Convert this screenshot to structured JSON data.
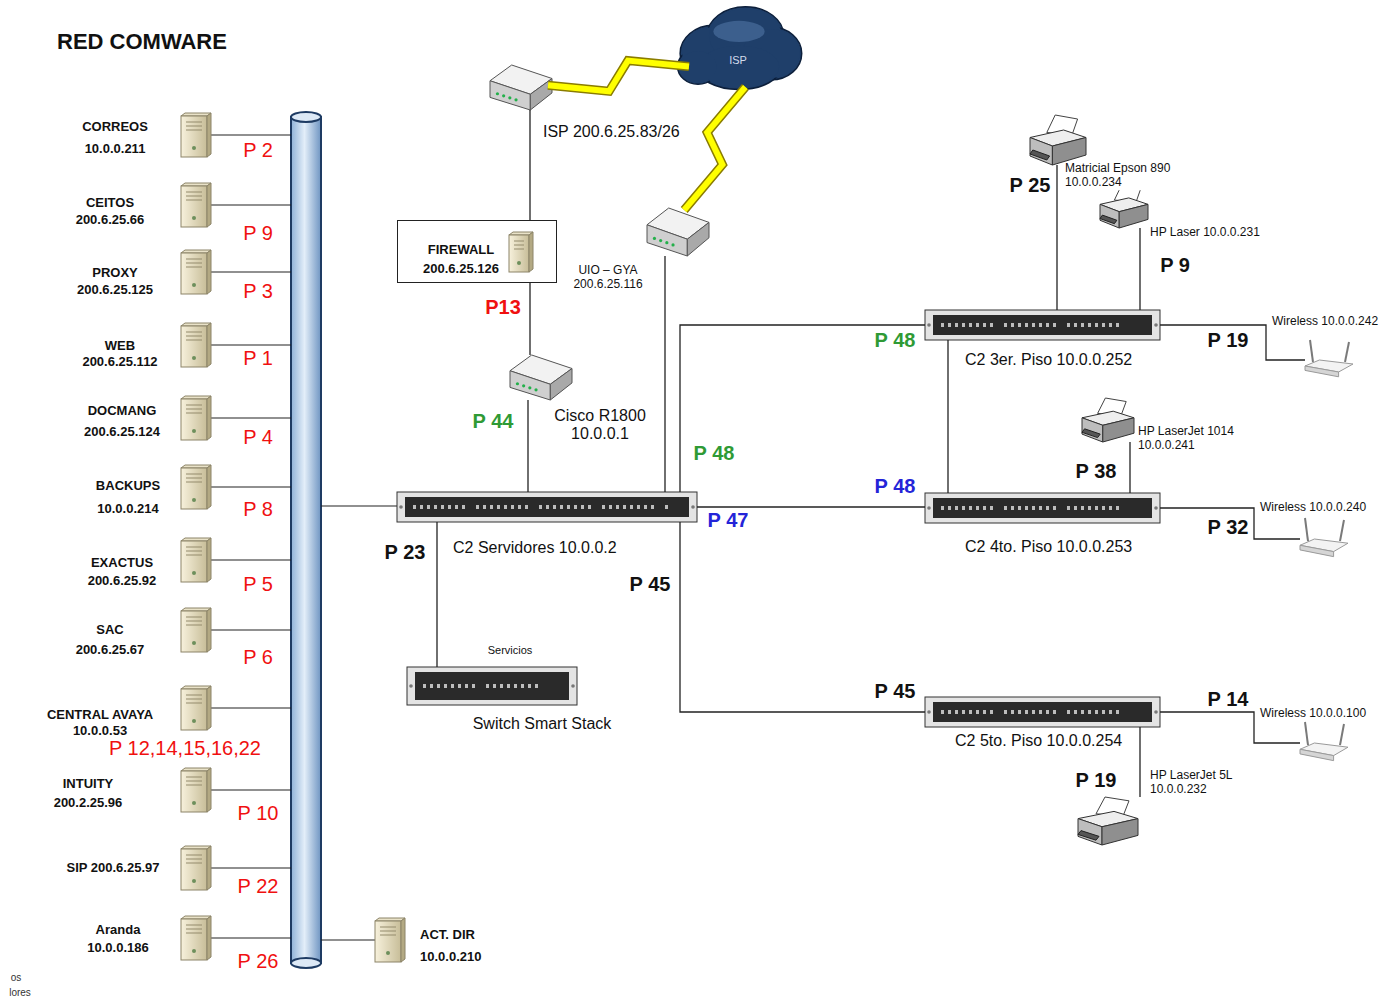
{
  "diagram": {
    "title": "RED COMWARE",
    "nodes": [
      {
        "text": [
          "CORREOS",
          "10.0.0.211"
        ]
      },
      {
        "text": [
          "CEITOS",
          "200.6.25.66"
        ]
      },
      {
        "text": [
          "PROXY",
          "200.6.25.125"
        ]
      },
      {
        "text": [
          "WEB",
          "200.6.25.112"
        ]
      },
      {
        "text": [
          "DOCMANG",
          "200.6.25.124"
        ]
      },
      {
        "text": [
          "BACKUPS",
          "10.0.0.214"
        ]
      },
      {
        "text": [
          "EXACTUS",
          "200.6.25.92"
        ]
      },
      {
        "text": [
          "SAC",
          "200.6.25.67"
        ]
      },
      {
        "text": [
          "CENTRAL AVAYA",
          "10.0.0.53"
        ]
      },
      {
        "text": [
          "INTUITY",
          "200.2.25.96"
        ]
      },
      {
        "text": [
          "SIP 200.6.25.97"
        ]
      },
      {
        "text": [
          "Aranda",
          "10.0.0.186"
        ]
      },
      {
        "text": [
          "ACT. DIR",
          "10.0.0.210"
        ]
      },
      {
        "text": [
          "ISP"
        ]
      },
      {
        "text": [
          "ISP 200.6.25.83/26"
        ]
      },
      {
        "text": [
          "FIREWALL",
          "200.6.25.126"
        ]
      },
      {
        "text": [
          "UIO – GYA 200.6.25.116"
        ]
      },
      {
        "text": [
          "Cisco R1800 10.0.0.1"
        ]
      },
      {
        "text": [
          "C2 Servidores 10.0.0.2"
        ]
      },
      {
        "text": [
          "Servicios",
          "Switch Smart Stack"
        ]
      },
      {
        "text": [
          "C2 3er. Piso 10.0.0.252"
        ]
      },
      {
        "text": [
          "C2 4to. Piso 10.0.0.253"
        ]
      },
      {
        "text": [
          "C2 5to. Piso 10.0.0.254"
        ]
      },
      {
        "text": [
          "Matricial Epson 890 10.0.0.234"
        ]
      },
      {
        "text": [
          "HP Laser 10.0.0.231"
        ]
      },
      {
        "text": [
          "Wireless 10.0.0.242"
        ]
      },
      {
        "text": [
          "HP LaserJet 1014 10.0.0.241"
        ]
      },
      {
        "text": [
          "Wireless 10.0.0.240"
        ]
      },
      {
        "text": [
          "Wireless 10.0.0.100"
        ]
      },
      {
        "text": [
          "HP LaserJet 5L 10.0.0.232"
        ]
      }
    ],
    "edges": [
      {
        "from": 14,
        "to": 13,
        "arrow": "none"
      },
      {
        "from": 16,
        "to": 13,
        "arrow": "none"
      },
      {
        "from": 14,
        "to": 15,
        "arrow": "none"
      },
      {
        "from": 15,
        "to": 17,
        "arrow": "none"
      },
      {
        "from": 17,
        "to": 18,
        "arrow": "none"
      },
      {
        "from": 16,
        "to": 18,
        "arrow": "none"
      },
      {
        "from": 18,
        "to": 19,
        "arrow": "none"
      },
      {
        "from": 18,
        "to": 20,
        "arrow": "none"
      },
      {
        "from": 18,
        "to": 21,
        "arrow": "none"
      },
      {
        "from": 18,
        "to": 22,
        "arrow": "none"
      },
      {
        "from": 20,
        "to": 21,
        "arrow": "none"
      },
      {
        "from": 20,
        "to": 23,
        "arrow": "none"
      },
      {
        "from": 20,
        "to": 24,
        "arrow": "none"
      },
      {
        "from": 20,
        "to": 25,
        "arrow": "none"
      },
      {
        "from": 21,
        "to": 26,
        "arrow": "none"
      },
      {
        "from": 21,
        "to": 27,
        "arrow": "none"
      },
      {
        "from": 22,
        "to": 28,
        "arrow": "none"
      },
      {
        "from": 22,
        "to": 29,
        "arrow": "none"
      }
    ],
    "labels": [
      "P 2",
      "P 9",
      "P 3",
      "P 1",
      "P 4",
      "P 8",
      "P 5",
      "P 6",
      "P 12,14,15,16,22",
      "P 10",
      "P 22",
      "P 26",
      "P13",
      "P 44",
      "P 48",
      "P 23",
      "P 45",
      "P 47",
      "P 48",
      "P 48",
      "P 45",
      "P 25",
      "P 9",
      "P 19",
      "P 38",
      "P 32",
      "P 14",
      "P 19",
      "os",
      "lores"
    ]
  }
}
